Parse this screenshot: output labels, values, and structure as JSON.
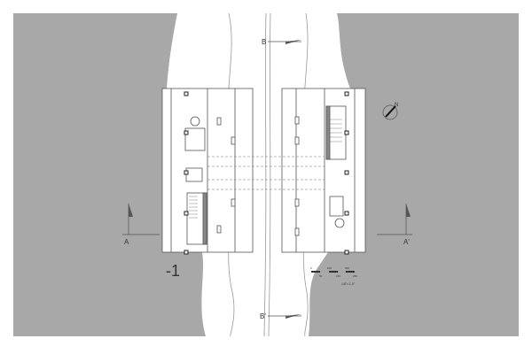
{
  "drawing": {
    "level_label": "-1",
    "section_b_top": "B",
    "section_b_bottom": "B'",
    "section_a_left": "A",
    "section_a_right": "A'",
    "north_label": "N",
    "scale_ticks_top": [
      "0",
      "100",
      "200"
    ],
    "scale_ticks_bottom": [
      "50",
      "150",
      "250"
    ],
    "scale_text": "1/8\"=1'-0\""
  },
  "colors": {
    "ground": "#a8a8a8",
    "line": "#555555",
    "paper": "#ffffff"
  }
}
